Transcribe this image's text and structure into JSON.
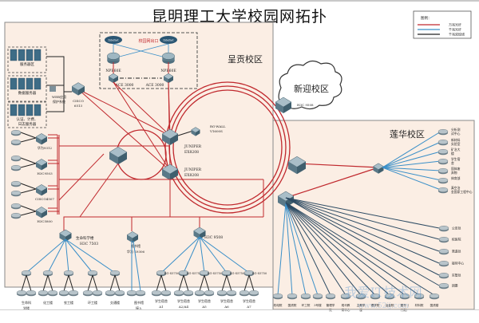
{
  "title": "昆明理工大学校园网拓扑",
  "legend": {
    "heading": "图例：",
    "items": [
      {
        "label": "万兆光纤",
        "color": "#c0282d"
      },
      {
        "label": "千兆光纤",
        "color": "#3a8fc8"
      },
      {
        "label": "千兆双绞线",
        "color": "#222222"
      }
    ]
  },
  "campuses": {
    "chenggong": "呈贡校区",
    "xinying": "新迎校区",
    "lianhua": "莲华校区"
  },
  "exit": {
    "label": "校园网出口",
    "internet_left": "Internet",
    "internet_right": "Internet",
    "router_left": "NPE60E",
    "router_right": "NPE60E",
    "ace_left": "ACE 3000",
    "ace_right": "ACE 3000"
  },
  "server_groups": [
    "服务器区",
    "数据服务器",
    "认证、计费、日志服务器"
  ],
  "waf": "WEB应用保护系统",
  "cisco6513": "CISCO 6513",
  "core": {
    "juniper_top": "JUNIPER EX8208",
    "juniper_bottom": "JUNIPER EX8208",
    "firewall": "RG-WALL V1600S"
  },
  "left_switches": [
    "华为9312",
    "H3C9503",
    "CISCO4507",
    "H3C5800"
  ],
  "xinying_switch": "H3C 9508",
  "agg": {
    "life": "生命科学楼 H3C 7503",
    "library": "图书馆 华为 S9306",
    "dorm": "H3C 9508"
  },
  "life_buildings": [
    "生命科学楼",
    "化工楼",
    "农工楼",
    "环工楼",
    "交通楼"
  ],
  "library_access": "图书馆接入",
  "dorm_switch_model": "RG-S5750",
  "dorm_buildings": [
    "学生宿舍A1",
    "学生宿舍A2/A4",
    "学生宿舍A5",
    "学生宿舍A6",
    "学生宿舍A7"
  ],
  "lianhua_right_top": [
    "分析测试中心",
    "新材料实验室",
    "矿冶大楼",
    "学生宿舍",
    "固体废弃物",
    "体育部",
    "真空冶金国家工程中心"
  ],
  "lianhua_right_bottom": [
    "公安处",
    "校医院",
    "离退处",
    "接待中心",
    "实管处",
    "团委"
  ],
  "lianhua_bottom": [
    "机电院",
    "国资院",
    "环工院",
    "3号楼",
    "管理学院",
    "现代教育中心",
    "主教学楼",
    "理学院",
    "冶金院",
    "图书（行政）",
    "材料院",
    "国资楼"
  ],
  "watermark": {
    "text": "我爱IT技术网",
    "url": "www.52ij.com"
  }
}
